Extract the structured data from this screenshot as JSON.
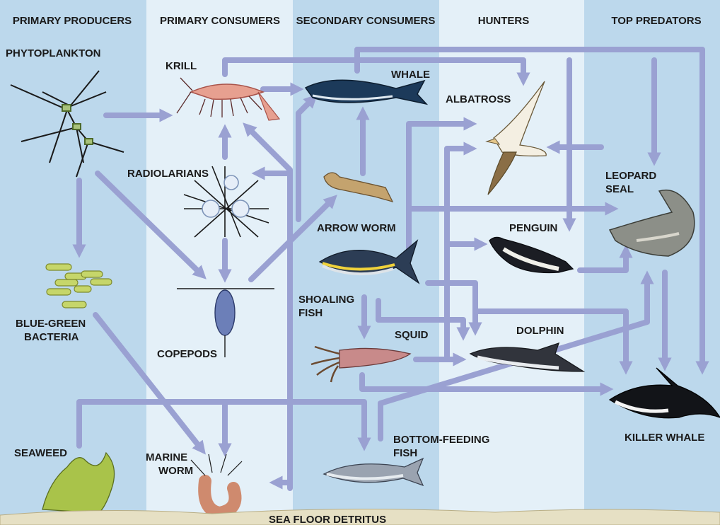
{
  "columns": [
    {
      "label": "PRIMARY PRODUCERS"
    },
    {
      "label": "PRIMARY CONSUMERS"
    },
    {
      "label": "SECONDARY CONSUMERS"
    },
    {
      "label": "HUNTERS"
    },
    {
      "label": "TOP PREDATORS"
    }
  ],
  "organisms": {
    "phytoplankton": "PHYTOPLANKTON",
    "krill": "KRILL",
    "whale": "WHALE",
    "albatross": "ALBATROSS",
    "radiolarians": "RADIOLARIANS",
    "leopard_seal_1": "LEOPARD",
    "leopard_seal_2": "SEAL",
    "arrow_worm": "ARROW WORM",
    "penguin": "PENGUIN",
    "shoaling_fish_1": "SHOALING",
    "shoaling_fish_2": "FISH",
    "blue_green_1": "BLUE-GREEN",
    "blue_green_2": "BACTERIA",
    "squid": "SQUID",
    "dolphin": "DOLPHIN",
    "copepods": "COPEPODS",
    "bottom_fish_1": "BOTTOM-FEEDING",
    "bottom_fish_2": "FISH",
    "killer_whale": "KILLER WHALE",
    "seaweed": "SEAWEED",
    "marine_worm_1": "MARINE",
    "marine_worm_2": "WORM",
    "detritus": "SEA FLOOR DETRITUS"
  },
  "colors": {
    "band_dark": "#bcd8ec",
    "band_light": "#e4f0f8",
    "arrow": "#9aa1d2"
  }
}
